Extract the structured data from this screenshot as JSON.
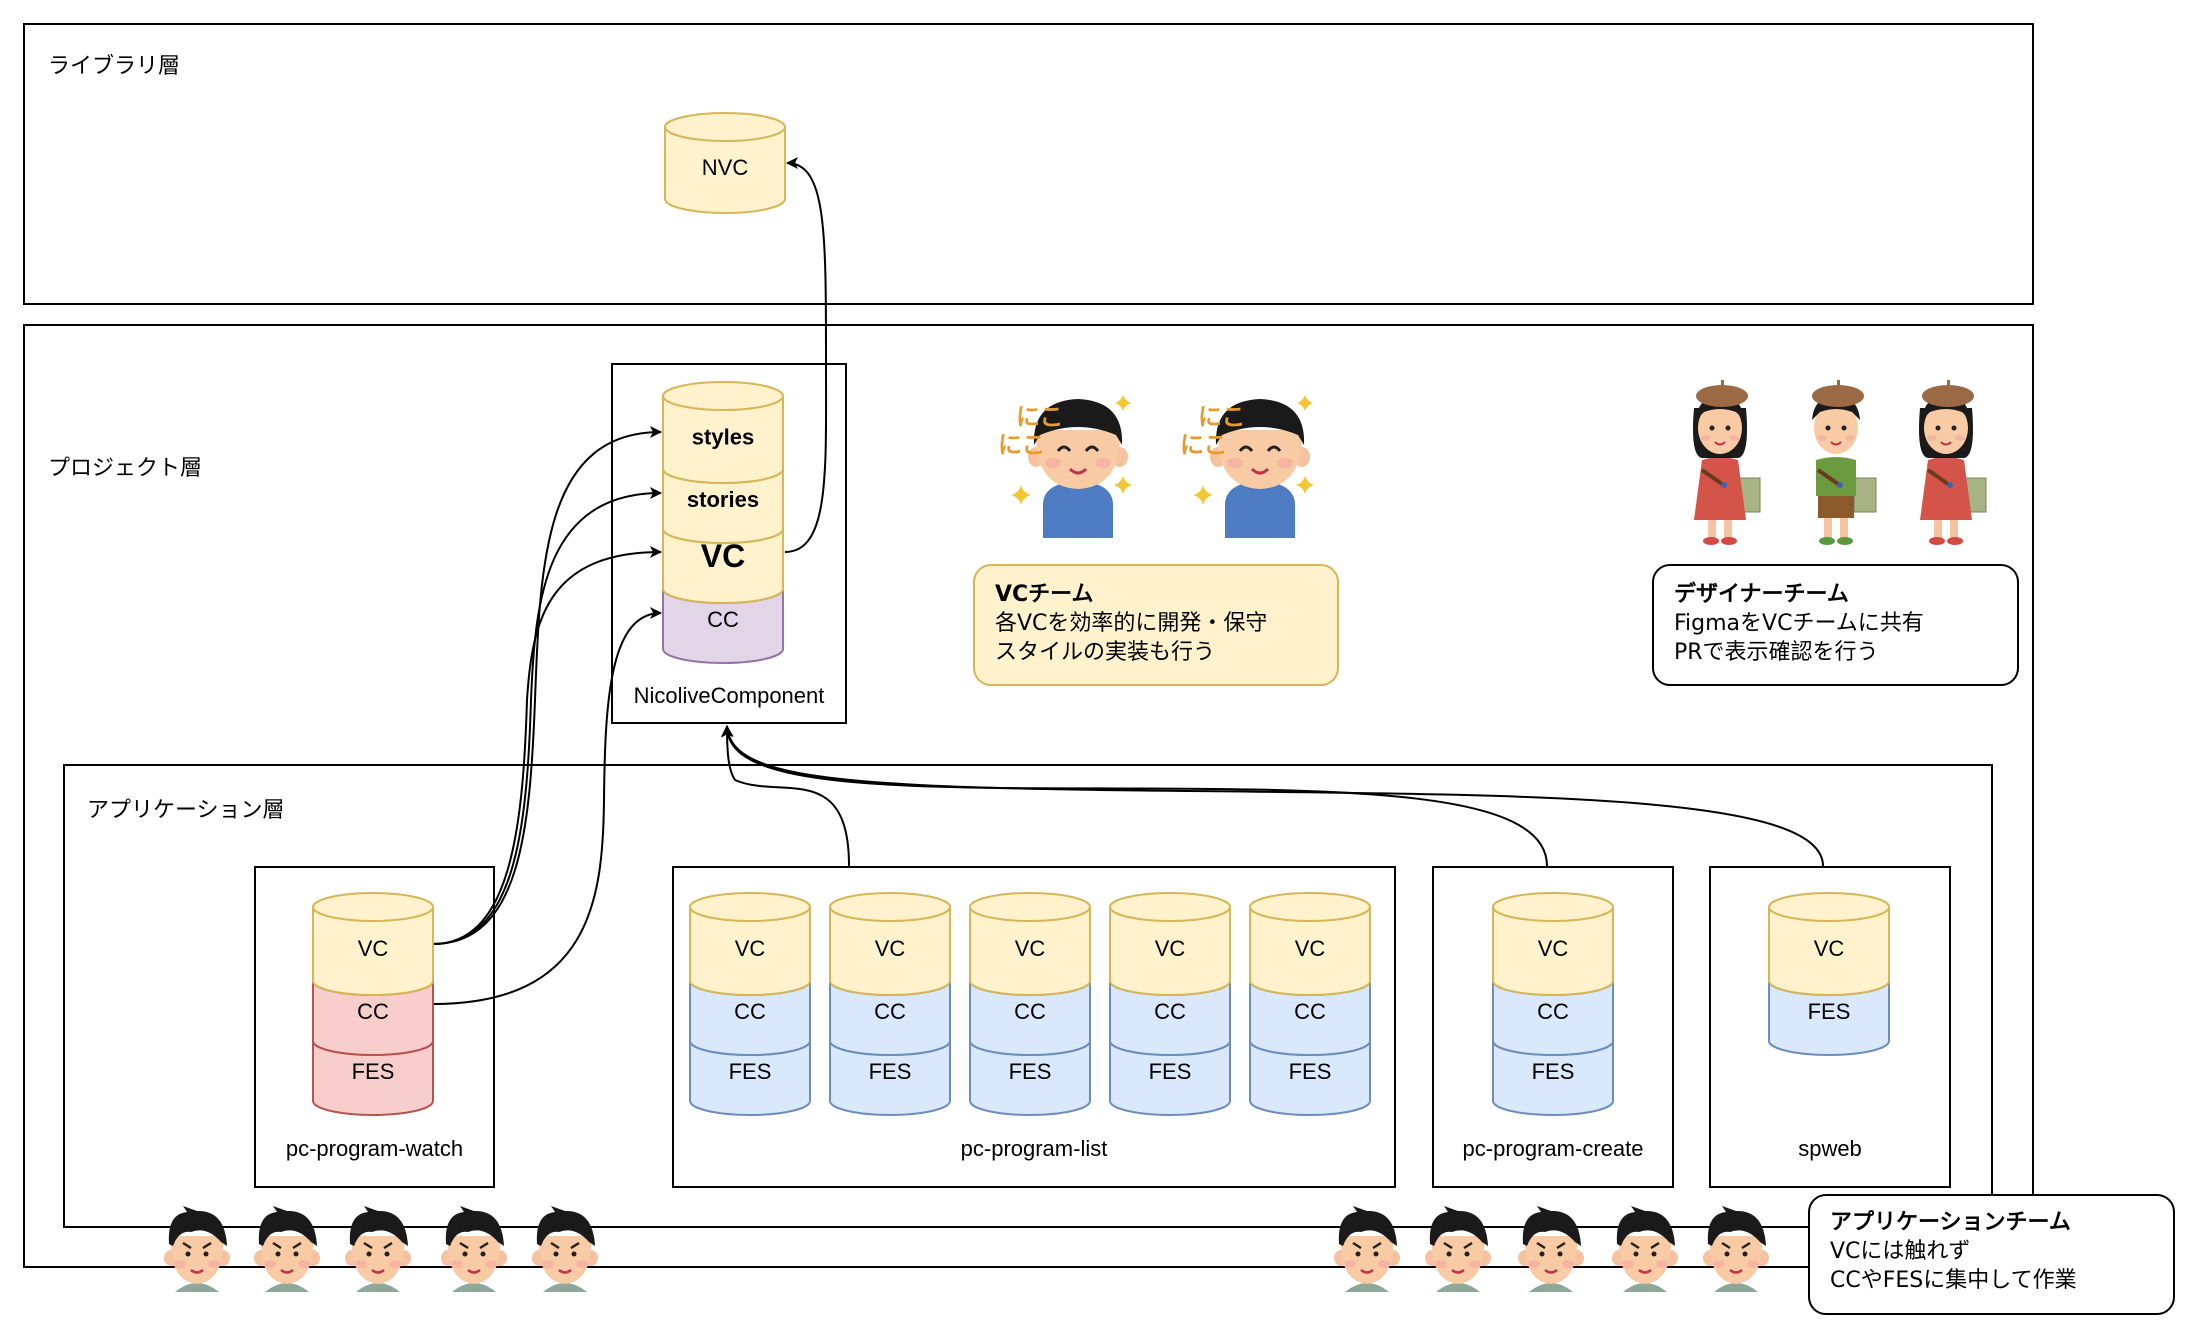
{
  "layers": {
    "library": {
      "label": "ライブラリ層"
    },
    "project": {
      "label": "プロジェクト層"
    },
    "application": {
      "label": "アプリケーション層"
    }
  },
  "library_cylinder": {
    "segments": [
      {
        "label": "NVC",
        "fill": "#fff2cc",
        "stroke": "#d6b656"
      }
    ]
  },
  "nicolive_component": {
    "label": "NicoliveComponent",
    "segments": [
      {
        "label": "styles",
        "fill": "#fff2cc",
        "stroke": "#d6b656",
        "bold": true
      },
      {
        "label": "stories",
        "fill": "#fff2cc",
        "stroke": "#d6b656",
        "bold": true
      },
      {
        "label": "VC",
        "fill": "#fff2cc",
        "stroke": "#d6b656",
        "bold": true,
        "large": true
      },
      {
        "label": "CC",
        "fill": "#e1d5e7",
        "stroke": "#9673a6"
      }
    ]
  },
  "apps": [
    {
      "name": "pc-program-watch",
      "cylinders": [
        [
          {
            "label": "VC",
            "fill": "#fff2cc",
            "stroke": "#d6b656"
          },
          {
            "label": "CC",
            "fill": "#f8cecc",
            "stroke": "#b85450"
          },
          {
            "label": "FES",
            "fill": "#f8cecc",
            "stroke": "#b85450"
          }
        ]
      ]
    },
    {
      "name": "pc-program-list",
      "cylinders": [
        [
          {
            "label": "VC",
            "fill": "#fff2cc",
            "stroke": "#d6b656"
          },
          {
            "label": "CC",
            "fill": "#dae8fc",
            "stroke": "#6c8ebf"
          },
          {
            "label": "FES",
            "fill": "#dae8fc",
            "stroke": "#6c8ebf"
          }
        ],
        [
          {
            "label": "VC",
            "fill": "#fff2cc",
            "stroke": "#d6b656"
          },
          {
            "label": "CC",
            "fill": "#dae8fc",
            "stroke": "#6c8ebf"
          },
          {
            "label": "FES",
            "fill": "#dae8fc",
            "stroke": "#6c8ebf"
          }
        ],
        [
          {
            "label": "VC",
            "fill": "#fff2cc",
            "stroke": "#d6b656"
          },
          {
            "label": "CC",
            "fill": "#dae8fc",
            "stroke": "#6c8ebf"
          },
          {
            "label": "FES",
            "fill": "#dae8fc",
            "stroke": "#6c8ebf"
          }
        ],
        [
          {
            "label": "VC",
            "fill": "#fff2cc",
            "stroke": "#d6b656"
          },
          {
            "label": "CC",
            "fill": "#dae8fc",
            "stroke": "#6c8ebf"
          },
          {
            "label": "FES",
            "fill": "#dae8fc",
            "stroke": "#6c8ebf"
          }
        ],
        [
          {
            "label": "VC",
            "fill": "#fff2cc",
            "stroke": "#d6b656"
          },
          {
            "label": "CC",
            "fill": "#dae8fc",
            "stroke": "#6c8ebf"
          },
          {
            "label": "FES",
            "fill": "#dae8fc",
            "stroke": "#6c8ebf"
          }
        ]
      ]
    },
    {
      "name": "pc-program-create",
      "cylinders": [
        [
          {
            "label": "VC",
            "fill": "#fff2cc",
            "stroke": "#d6b656"
          },
          {
            "label": "CC",
            "fill": "#dae8fc",
            "stroke": "#6c8ebf"
          },
          {
            "label": "FES",
            "fill": "#dae8fc",
            "stroke": "#6c8ebf"
          }
        ]
      ]
    },
    {
      "name": "spweb",
      "cylinders": [
        [
          {
            "label": "VC",
            "fill": "#fff2cc",
            "stroke": "#d6b656"
          },
          {
            "label": "FES",
            "fill": "#dae8fc",
            "stroke": "#6c8ebf"
          }
        ]
      ]
    }
  ],
  "teams": {
    "vc": {
      "title": "VCチーム",
      "lines": [
        "各VCを効率的に開発・保守",
        "スタイルの実装も行う"
      ],
      "member_count": 2
    },
    "designer": {
      "title": "デザイナーチーム",
      "lines": [
        "FigmaをVCチームに共有",
        "PRで表示確認を行う"
      ],
      "member_count": 3
    },
    "application": {
      "title": "アプリケーションチーム",
      "lines": [
        "VCには触れず",
        "CCやFESに集中して作業"
      ],
      "member_count": 10
    }
  },
  "decor": {
    "niko_text": "にこにこ"
  },
  "connections": [
    {
      "from": "pc-program-watch.VC",
      "to": "NicoliveComponent.styles"
    },
    {
      "from": "pc-program-watch.VC",
      "to": "NicoliveComponent.stories"
    },
    {
      "from": "pc-program-watch.VC",
      "to": "NicoliveComponent.VC"
    },
    {
      "from": "pc-program-watch.CC",
      "to": "NicoliveComponent.CC"
    },
    {
      "from": "NicoliveComponent.VC",
      "to": "NVC"
    },
    {
      "from": "pc-program-list",
      "to": "NicoliveComponent"
    },
    {
      "from": "pc-program-create",
      "to": "NicoliveComponent"
    },
    {
      "from": "spweb",
      "to": "NicoliveComponent"
    }
  ]
}
